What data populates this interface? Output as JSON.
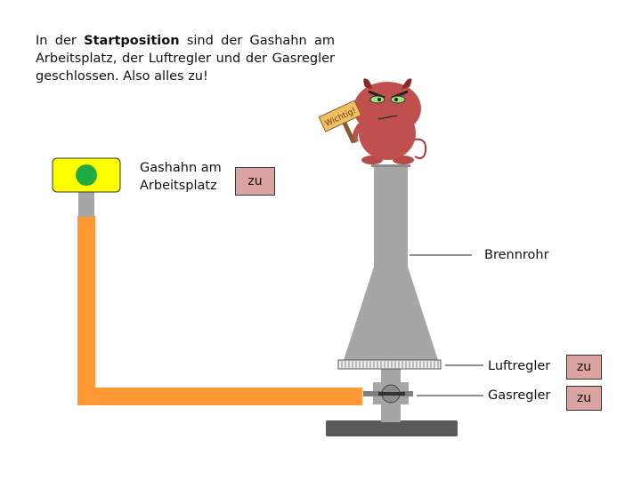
{
  "intro": {
    "prefix": "In der ",
    "bold": "Startposition",
    "suffix": " sind der Gashahn am Arbeitsplatz, der Luftregler und der Gasregler geschlossen. Also alles zu!"
  },
  "valve": {
    "label_line1": "Gashahn am",
    "label_line2": "Arbeitsplatz",
    "state": "zu"
  },
  "burner": {
    "tube_label": "Brennrohr",
    "air_regulator_label": "Luftregler",
    "air_regulator_state": "zu",
    "gas_regulator_label": "Gasregler",
    "gas_regulator_state": "zu"
  },
  "mascot": {
    "sign_text": "Wichtig!"
  },
  "colors": {
    "valve_body": "#ffff00",
    "valve_knob": "#22aa44",
    "hose": "#ff9933",
    "burner": "#a6a6a6",
    "zu_box": "#dba3a1",
    "devil": "#c0504d",
    "sign": "#f0c060"
  }
}
